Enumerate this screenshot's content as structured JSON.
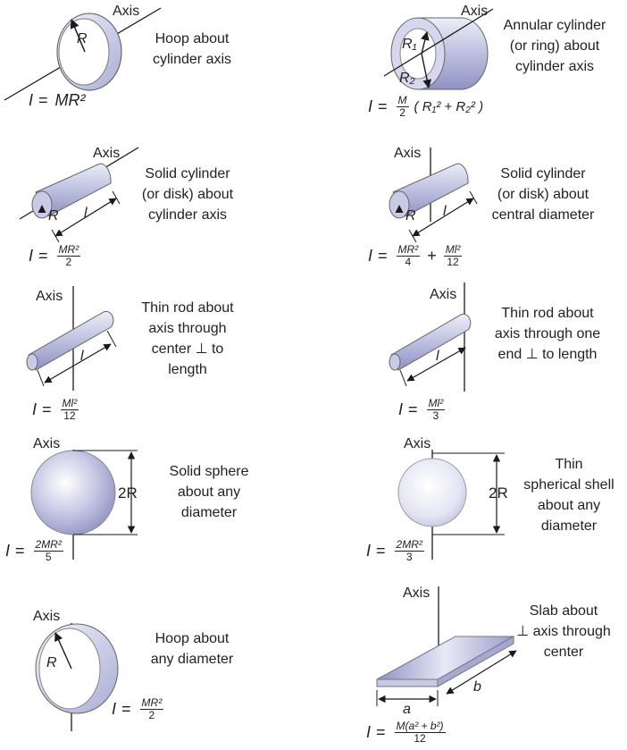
{
  "axis_label": "Axis",
  "items": [
    {
      "desc": [
        "Hoop about",
        "cylinder axis"
      ],
      "formula": {
        "I": "I",
        "eq": "=",
        "expr": "MR²"
      },
      "r_label": "R"
    },
    {
      "desc": [
        "Annular cylinder",
        "(or ring) about",
        "cylinder axis"
      ],
      "formula": {
        "I": "I",
        "eq": "=",
        "num": "M",
        "den": "2",
        "rest": "( R₁² + R₂² )"
      },
      "r1_label": "R₁",
      "r2_label": "R₂"
    },
    {
      "desc": [
        "Solid cylinder",
        "(or disk) about",
        "cylinder axis"
      ],
      "formula": {
        "I": "I",
        "eq": "=",
        "num": "MR²",
        "den": "2"
      },
      "r_label": "R",
      "l_label": "l"
    },
    {
      "desc": [
        "Solid cylinder",
        "(or disk) about",
        "central diameter"
      ],
      "formula": {
        "I": "I",
        "eq": "=",
        "num": "MR²",
        "den": "4",
        "plus": "+",
        "num2": "Ml²",
        "den2": "12"
      },
      "r_label": "R",
      "l_label": "l"
    },
    {
      "desc": [
        "Thin rod about",
        "axis through",
        "center ⊥ to",
        "length"
      ],
      "formula": {
        "I": "I",
        "eq": "=",
        "num": "Ml²",
        "den": "12"
      },
      "l_label": "l"
    },
    {
      "desc": [
        "Thin rod about",
        "axis through one",
        "end ⊥ to length"
      ],
      "formula": {
        "I": "I",
        "eq": "=",
        "num": "Ml²",
        "den": "3"
      },
      "l_label": "l"
    },
    {
      "desc": [
        "Solid sphere",
        "about any",
        "diameter"
      ],
      "formula": {
        "I": "I",
        "eq": "=",
        "num": "2MR²",
        "den": "5"
      },
      "dim_label": "2R"
    },
    {
      "desc": [
        "Thin",
        "spherical shell",
        "about any",
        "diameter"
      ],
      "formula": {
        "I": "I",
        "eq": "=",
        "num": "2MR²",
        "den": "3"
      },
      "dim_label": "2R"
    },
    {
      "desc": [
        "Hoop about",
        "any diameter"
      ],
      "formula": {
        "I": "I",
        "eq": "=",
        "num": "MR²",
        "den": "2"
      },
      "r_label": "R"
    },
    {
      "desc": [
        "Slab about",
        "⊥ axis through",
        "center"
      ],
      "formula": {
        "I": "I",
        "eq": "=",
        "num": "M(a² + b²)",
        "den": "12"
      },
      "a_label": "a",
      "b_label": "b"
    }
  ],
  "colors": {
    "shape_light": "#e8e9f6",
    "shape_mid": "#b7b9dc",
    "shape_dark": "#8e91c2",
    "line": "#1a1a1a"
  }
}
